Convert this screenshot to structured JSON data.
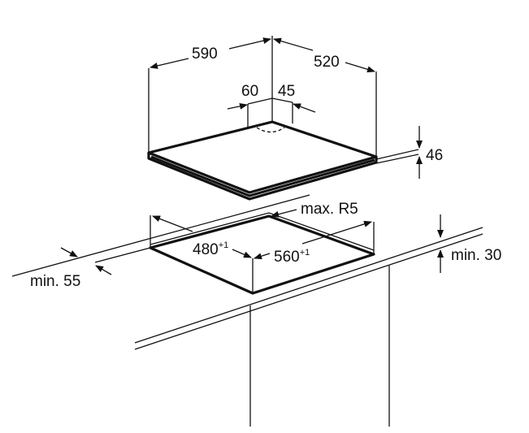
{
  "title": "Hob built-in dimensions",
  "hob": {
    "width": "590",
    "depth": "520",
    "offset_left": "60",
    "offset_right": "45",
    "height": "46"
  },
  "cutout": {
    "width": "560",
    "width_tol": "+1",
    "depth": "480",
    "depth_tol": "+1",
    "radius": "max. R5"
  },
  "clearances": {
    "front": "min. 55",
    "top": "min. 30"
  }
}
